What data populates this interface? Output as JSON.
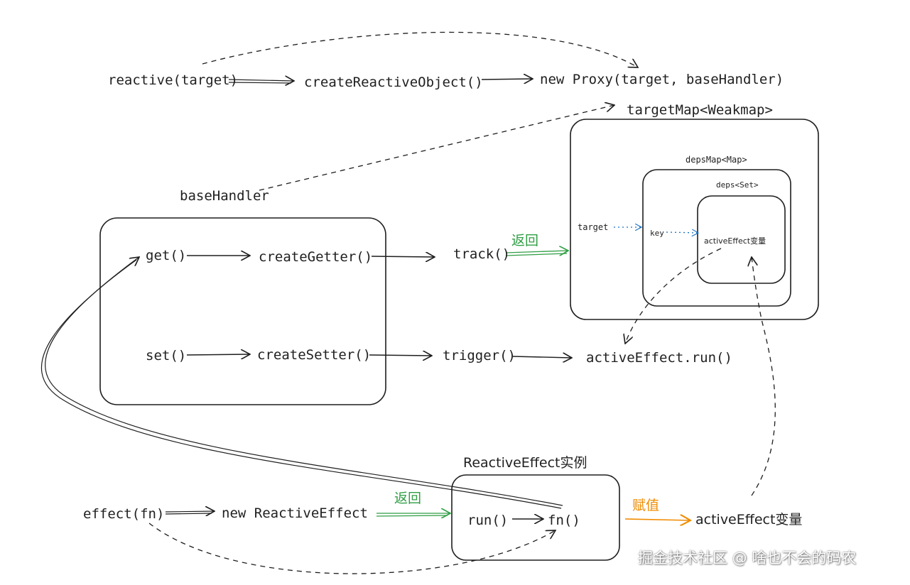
{
  "labels": {
    "reactive_target": "reactive(target)",
    "create_reactive_object": "createReactiveObject()",
    "new_proxy": "new Proxy(target, baseHandler)",
    "target_map": "targetMap<Weakmap>",
    "deps_map": "depsMap<Map>",
    "deps_set": "deps<Set>",
    "target_key": "target",
    "key": "key",
    "active_effect_var_inner": "activeEffect变量",
    "base_handler": "baseHandler",
    "get": "get()",
    "create_getter": "createGetter()",
    "track": "track()",
    "return_label_top": "返回",
    "set": "set()",
    "create_setter": "createSetter()",
    "trigger": "trigger()",
    "active_effect_run": "activeEffect.run()",
    "reactive_effect_instance": "ReactiveEffect实例",
    "effect_fn": "effect(fn)",
    "new_reactive_effect": "new ReactiveEffect",
    "return_label_bottom": "返回",
    "run": "run()",
    "fn": "fn()",
    "assign_label": "赋值",
    "active_effect_var": "activeEffect变量"
  },
  "watermark": "掘金技术社区 @ 啥也不会的码农",
  "colors": {
    "stroke": "#1e1e1e",
    "green": "#2f9e44",
    "orange": "#f08c00",
    "blue_dots": "#1971c2"
  }
}
